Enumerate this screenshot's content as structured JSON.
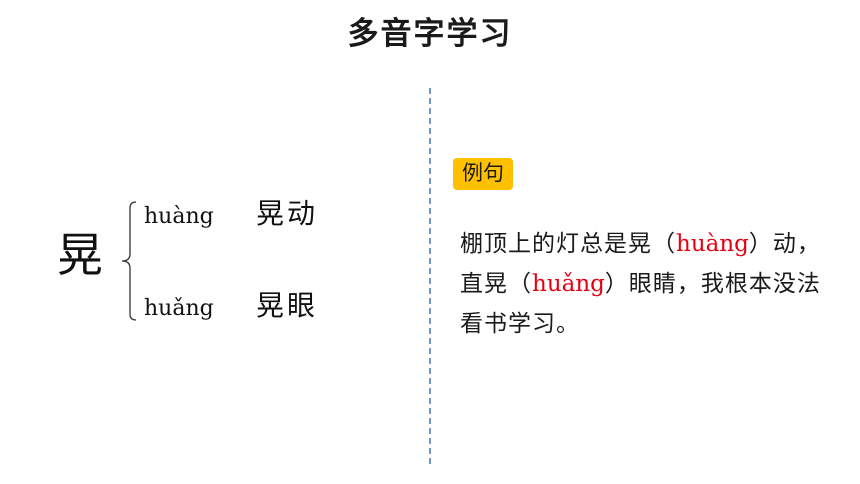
{
  "title": "多音字学习",
  "character": "晃",
  "readings": [
    {
      "pinyin": "huàng",
      "word": "晃动"
    },
    {
      "pinyin": "huǎng",
      "word": "晃眼"
    }
  ],
  "example": {
    "badge": "例句",
    "parts": [
      "棚顶上的灯总是晃（",
      "huàng",
      "）动，直晃（",
      "huǎng",
      "）眼睛，我根本没法看书学习。"
    ]
  },
  "colors": {
    "badge_bg": "#ffc000",
    "pinyin_highlight": "#e60012",
    "divider": "#6d98c8"
  }
}
